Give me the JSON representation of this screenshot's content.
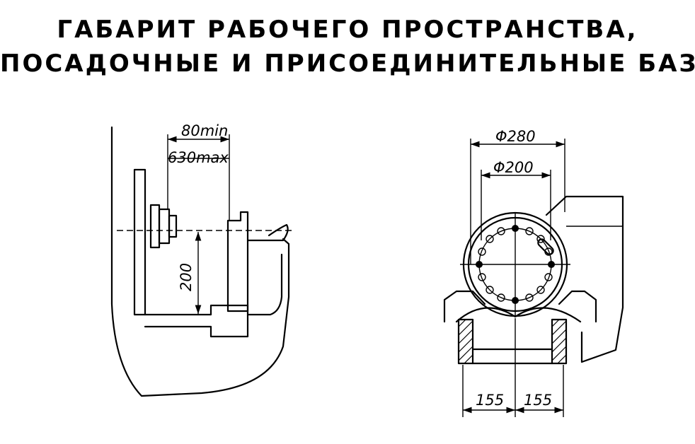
{
  "title": {
    "line1": "ГАБАРИТ РАБОЧЕГО ПРОСТРАНСТВА,",
    "line2": "ПОСАДОЧНЫЕ И ПРИСОЕДИНИТЕЛЬНЫЕ БАЗЫ"
  },
  "side_view": {
    "dim_min": "80min",
    "dim_max": "630max",
    "dim_height": "200"
  },
  "front_view": {
    "dim_outer_diameter": "Φ280",
    "dim_bolt_circle": "Φ200",
    "dim_left": "155",
    "dim_right": "155"
  }
}
